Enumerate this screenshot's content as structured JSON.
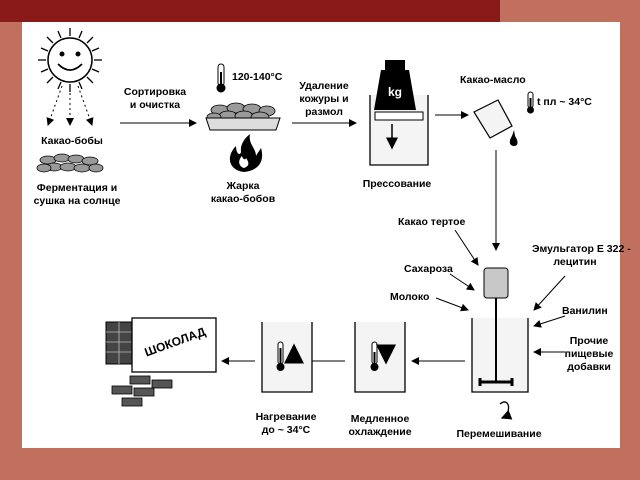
{
  "steps": {
    "cocoa_beans": "Какао-бобы",
    "fermentation_l1": "Ферментация и",
    "fermentation_l2": "сушка на солнце",
    "sorting_l1": "Сортировка",
    "sorting_l2": "и очистка",
    "temp_range": "120-140°C",
    "roasting_l1": "Жарка",
    "roasting_l2": "какао-бобов",
    "husk_l1": "Удаление",
    "husk_l2": "кожуры и",
    "husk_l3": "размол",
    "press_weight": "kg",
    "pressing": "Прессование",
    "cocoa_butter": "Какао-масло",
    "melting_point": "t пл ~ 34°C",
    "cocoa_mass": "Какао тертое",
    "emulsifier_l1": "Эмульгатор Е 322 -",
    "emulsifier_l2": "лецитин",
    "sucrose": "Сахароза",
    "milk": "Молоко",
    "vanillin": "Ванилин",
    "other_l1": "Прочие",
    "other_l2": "пищевые",
    "other_l3": "добавки",
    "mixing": "Перемешивание",
    "cooling_l1": "Медленное",
    "cooling_l2": "охлаждение",
    "heating_l1": "Нагревание",
    "heating_l2": "до ~ 34°C",
    "chocolate_box": "ШОКОЛАД"
  },
  "colors": {
    "frame": "#c0705c",
    "title_bar": "#8a1a1a",
    "ink": "#000000",
    "glass_fill": "#f4f4f4",
    "bean_fill": "#9a9a9a"
  }
}
